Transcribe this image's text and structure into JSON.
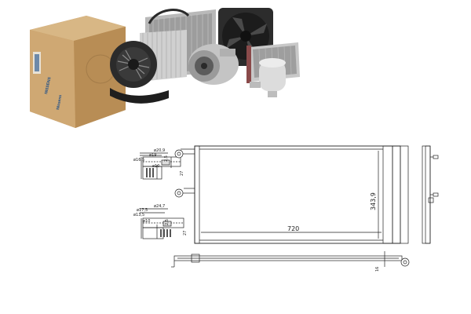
{
  "box": {
    "brand_side": "NISSENS",
    "brand_front": "Nissens"
  },
  "drawing": {
    "dims": {
      "d_top_outer": "ø20,9",
      "d_top_mid": "ø19",
      "d_top_small": "ø16,5",
      "d_top_inner": "ø10",
      "d_bot_outer": "ø24,7",
      "d_bot_mid": "ø17,5",
      "d_bot_small": "ø13,5",
      "d_bot_inner": "ø10",
      "len_a": "2,5",
      "len_b": "27",
      "len_c": "2,5",
      "len_d": "27",
      "height_core": "343,9",
      "width_core": "720",
      "thickness": "16"
    }
  },
  "colors": {
    "box_cardboard": "#c9a46e",
    "box_label_blue": "#1b4e8a",
    "line": "#222222"
  }
}
